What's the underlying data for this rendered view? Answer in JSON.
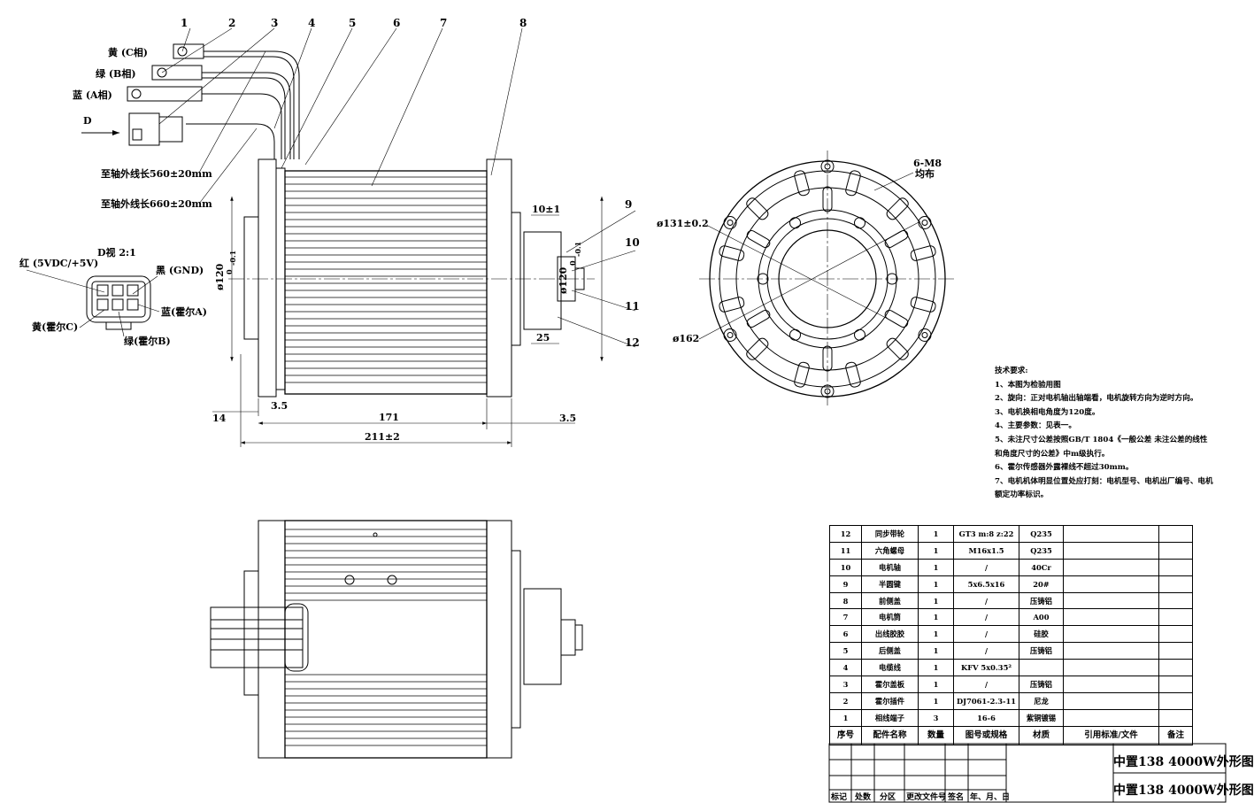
{
  "labels": {
    "callouts": [
      "1",
      "2",
      "3",
      "4",
      "5",
      "6",
      "7",
      "8",
      "9",
      "10",
      "11",
      "12"
    ],
    "wire_yellow": "黄 (C相)",
    "wire_green": "绿 (B相)",
    "wire_blue": "蓝 (A相)",
    "view_d_arrow": "D",
    "lead_560": "至轴外线长560±20mm",
    "lead_660": "至轴外线长660±20mm",
    "view_d_title": "D视 2:1",
    "conn_red": "红 (5VDC/+5V)",
    "conn_black": "黑 (GND)",
    "conn_blue": "蓝(霍尔A)",
    "conn_yellow": "黄(霍尔C)",
    "conn_green": "绿(霍尔B)"
  },
  "dims": {
    "d120_left": "ø120",
    "d120_left_tol": "0\n-0.1",
    "d120_right": "ø120",
    "d120_right_tol": "0\n-0.1",
    "d10": "10±1",
    "d25": "25",
    "d14": "14",
    "d3_5_left": "3.5",
    "d171": "171",
    "d3_5_right": "3.5",
    "d211": "211±2",
    "d131": "ø131±0.2",
    "d162": "ø162",
    "holes": "6-M8",
    "holes_sub": "均布"
  },
  "notes": {
    "title": "技术要求:",
    "lines": [
      "1、本图为检验用图",
      "2、旋向：正对电机轴出轴端看，电机旋转方向为逆时方向。",
      "3、电机换相电角度为120度。",
      "4、主要参数：见表一。",
      "5、未注尺寸公差按照GB/T 1804《一般公差 未注公差的线性",
      "   和角度尺寸的公差》中m级执行。",
      "6、霍尔传感器外露裸线不超过30mm。",
      "7、电机机体明显位置处应打刻：电机型号、电机出厂编号、电机",
      "   额定功率标识。"
    ]
  },
  "bom": {
    "rows": [
      [
        "12",
        "同步带轮",
        "1",
        "GT3 m:8 z:22",
        "Q235",
        "",
        ""
      ],
      [
        "11",
        "六角螺母",
        "1",
        "M16x1.5",
        "Q235",
        "",
        ""
      ],
      [
        "10",
        "电机轴",
        "1",
        "/",
        "40Cr",
        "",
        ""
      ],
      [
        "9",
        "半圆键",
        "1",
        "5x6.5x16",
        "20#",
        "",
        ""
      ],
      [
        "8",
        "前侧盖",
        "1",
        "/",
        "压铸铝",
        "",
        ""
      ],
      [
        "7",
        "电机筒",
        "1",
        "/",
        "A00",
        "",
        ""
      ],
      [
        "6",
        "出线胶胶",
        "1",
        "/",
        "硅胶",
        "",
        ""
      ],
      [
        "5",
        "后侧盖",
        "1",
        "/",
        "压铸铝",
        "",
        ""
      ],
      [
        "4",
        "电缆线",
        "1",
        "KFV 5x0.35²",
        "",
        "",
        ""
      ],
      [
        "3",
        "霍尔盖板",
        "1",
        "/",
        "压铸铝",
        "",
        ""
      ],
      [
        "2",
        "霍尔插件",
        "1",
        "DJ7061-2.3-11",
        "尼龙",
        "",
        ""
      ],
      [
        "1",
        "相线端子",
        "3",
        "16-6",
        "紫铜镀锡",
        "",
        ""
      ]
    ],
    "header": [
      "序号",
      "配件名称",
      "数量",
      "图号或规格",
      "材质",
      "引用标准/文件",
      "备注"
    ]
  },
  "title_block": {
    "title_top": "中置138 4000W外形图",
    "title_bottom": "中置138 4000W外形图",
    "rev_labels": [
      "标记",
      "处数",
      "分区",
      "更改文件号",
      "签名",
      "年、月、日"
    ]
  }
}
